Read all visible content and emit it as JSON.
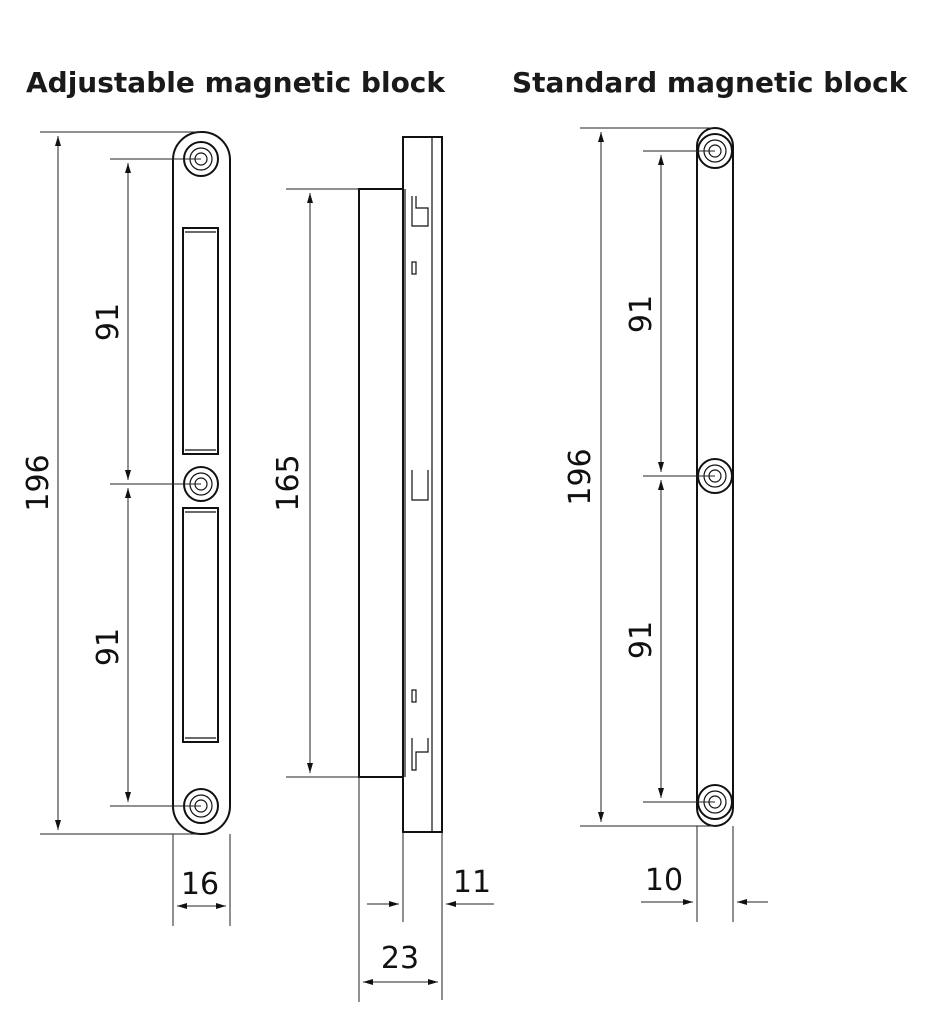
{
  "titles": {
    "left": "Adjustable magnetic block",
    "right": "Standard magnetic block"
  },
  "dimensions": {
    "adj_total_height": "196",
    "adj_upper_spacing": "91",
    "adj_lower_spacing": "91",
    "adj_width": "16",
    "side_length": "165",
    "side_plate_depth": "11",
    "side_total_depth": "23",
    "std_total_height": "196",
    "std_upper_spacing": "91",
    "std_lower_spacing": "91",
    "std_width": "10"
  },
  "colors": {
    "ink": "#111111",
    "background": "#ffffff"
  }
}
